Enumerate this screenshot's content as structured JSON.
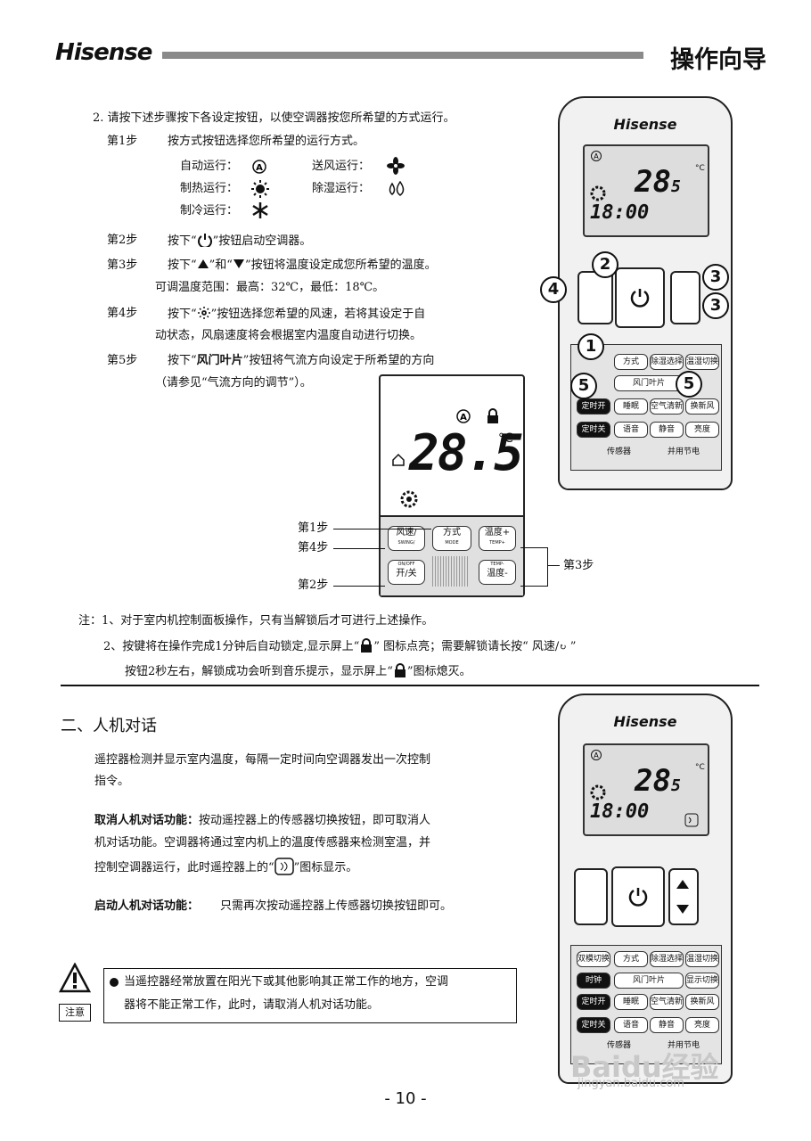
{
  "header": {
    "brand": "Hisense",
    "title": "操作向导"
  },
  "section1": {
    "intro": "2. 请按下述步骤按下各设定按钮，以使空调器按您所希望的方式运行。",
    "step1": {
      "label": "第1步",
      "text": "按方式按钮选择您所希望的运行方式。"
    },
    "modes": [
      {
        "label": "自动运行：",
        "icon": "auto-mode-icon"
      },
      {
        "label": "送风运行：",
        "icon": "fan-icon"
      },
      {
        "label": "制热运行：",
        "icon": "sun-icon"
      },
      {
        "label": "除湿运行：",
        "icon": "dehumidify-icon"
      },
      {
        "label": "制冷运行：",
        "icon": "snowflake-icon"
      }
    ],
    "step2": {
      "label": "第2步",
      "a": "按下“",
      "b": "”按钮启动空调器。"
    },
    "step3": {
      "label": "第3步",
      "a": "按下“",
      "b": "”和“",
      "c": "”按钮将温度设定成您所希望的温度。",
      "range": "可调温度范围：最高：32℃，最低：18℃。"
    },
    "step4": {
      "label": "第4步",
      "a": "按下“",
      "b": "”按钮选择您希望的风速，若将其设定于自",
      "c": "动状态，风扇速度将会根据室内温度自动进行切换。"
    },
    "step5": {
      "label": "第5步",
      "a": "按下“",
      "bold": "风门叶片",
      "b": "”按钮将气流方向设定于所希望的方向",
      "c": "（请参见“气流方向的调节”）。"
    }
  },
  "panel": {
    "temp": "28.5",
    "unit": "°C",
    "buttons": {
      "fan": "风速/",
      "fan_sub": "SWING/",
      "onoff_sub": "ON/OFF",
      "power": "开/关",
      "mode": "方式",
      "mode_sub": "MODE",
      "temp_up": "温度+",
      "temp_up_sub": "TEMP+",
      "temp_down_sub": "TEMP-",
      "temp_down": "温度-"
    },
    "labels": {
      "step1": "第1步",
      "step4": "第4步",
      "step2": "第2步",
      "step3": "第3步"
    }
  },
  "remote1": {
    "brand": "Hisense",
    "temp": "28",
    "temp_dec": "5",
    "unit": "°C",
    "time": "18:00",
    "callouts": [
      "2",
      "3",
      "3",
      "4",
      "1",
      "5",
      "5"
    ],
    "keys": [
      "方式",
      "除湿选择",
      "温湿切换",
      "风门叶片",
      "定时开",
      "睡眠",
      "空气清新",
      "换新风",
      "定时关",
      "语音",
      "静音",
      "亮度",
      "传感器",
      "并用节电"
    ]
  },
  "notes": {
    "line1": "注：1、对于室内机控制面板操作，只有当解锁后才可进行上述操作。",
    "line2a": "2、按键将在操作完成1分钟后自动锁定,显示屏上“",
    "line2b": "” 图标点亮；需要解锁请长按“ 风速/",
    "line2c": " ”",
    "line3a": "按钮2秒左右，解锁成功会听到音乐提示，显示屏上“",
    "line3b": "”图标熄灭。"
  },
  "section2": {
    "heading": "二、人机对话",
    "p1a": "遥控器检测并显示室内温度，每隔一定时间向空调器发出一次控制",
    "p1b": "指令。",
    "cancel_label": "取消人机对话功能：",
    "cancel_a": "按动遥控器上的传感器切换按钮，即可取消人",
    "cancel_b": "机对话功能。空调器将通过室内机上的温度传感器来检测室温，并",
    "cancel_c": "控制空调器运行，此时遥控器上的“",
    "cancel_d": "”图标显示。",
    "start_label": "启动人机对话功能：",
    "start_text": "只需再次按动遥控器上传感器切换按钮即可。",
    "caution_label": "注意",
    "caution_a": "当遥控器经常放置在阳光下或其他影响其正常工作的地方，空调",
    "caution_b": "器将不能正常工作，此时，请取消人机对话功能。"
  },
  "remote2": {
    "brand": "Hisense",
    "temp": "28",
    "temp_dec": "5",
    "unit": "°C",
    "time": "18:00",
    "keys": [
      "双模切换",
      "方式",
      "除湿选择",
      "温湿切换",
      "时钟",
      "风门叶片",
      "显示切换",
      "定时开",
      "睡眠",
      "空气清新",
      "换新风",
      "定时关",
      "语音",
      "静音",
      "亮度",
      "传感器",
      "并用节电"
    ]
  },
  "footer": {
    "page": "- 10 -",
    "watermark": "Baidu经验",
    "watermark_url": "jingyan.baidu.com"
  }
}
